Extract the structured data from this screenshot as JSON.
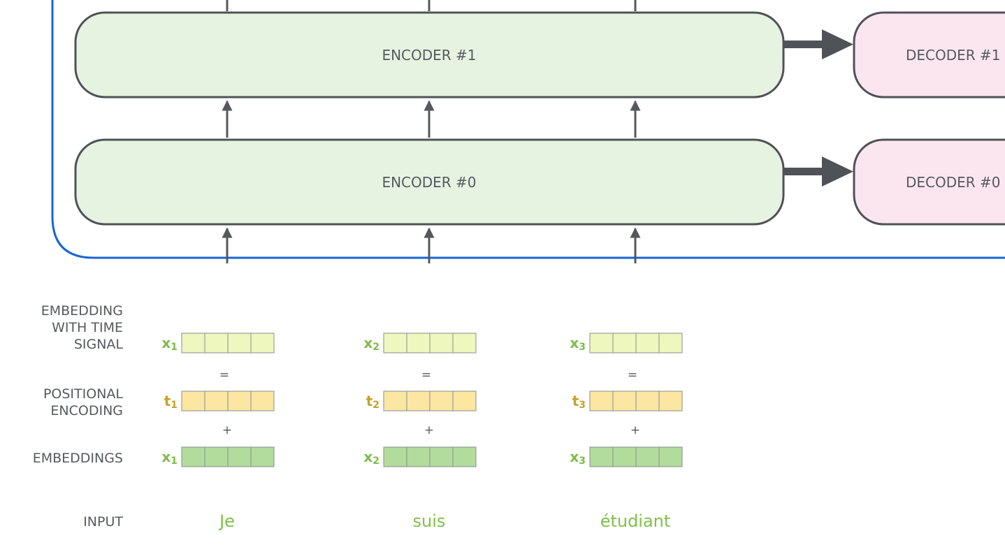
{
  "colors": {
    "stack_outline": "#1766d6",
    "encoder_fill": "#e6f3e1",
    "decoder_fill": "#fbe6ef",
    "box_stroke": "#4f5257",
    "arrow": "#55585c",
    "time_signal_cell": "#eef7bd",
    "positional_cell": "#fbe6a2",
    "embedding_cell": "#b1dc9c",
    "word_text": "#80c047",
    "x_label": "#7dbb4a",
    "t_label": "#c8a12a",
    "label_text": "#555a5f"
  },
  "encoders": [
    {
      "label": "ENCODER #1"
    },
    {
      "label": "ENCODER #0"
    }
  ],
  "decoders": [
    {
      "label": "DECODER #1"
    },
    {
      "label": "DECODER #0"
    }
  ],
  "row_labels": {
    "time_signal": [
      "EMBEDDING",
      "WITH TIME",
      "SIGNAL"
    ],
    "positional": [
      "POSITIONAL",
      "ENCODING"
    ],
    "embeddings": [
      "EMBEDDINGS"
    ],
    "input": [
      "INPUT"
    ]
  },
  "operators": {
    "equals": "=",
    "plus": "+"
  },
  "columns": [
    {
      "word": "Je",
      "x_var": "x",
      "x_sub": "1",
      "t_var": "t",
      "t_sub": "1"
    },
    {
      "word": "suis",
      "x_var": "x",
      "x_sub": "2",
      "t_var": "t",
      "t_sub": "2"
    },
    {
      "word": "étudiant",
      "x_var": "x",
      "x_sub": "3",
      "t_var": "t",
      "t_sub": "3"
    }
  ],
  "cells_per_vector": 4
}
